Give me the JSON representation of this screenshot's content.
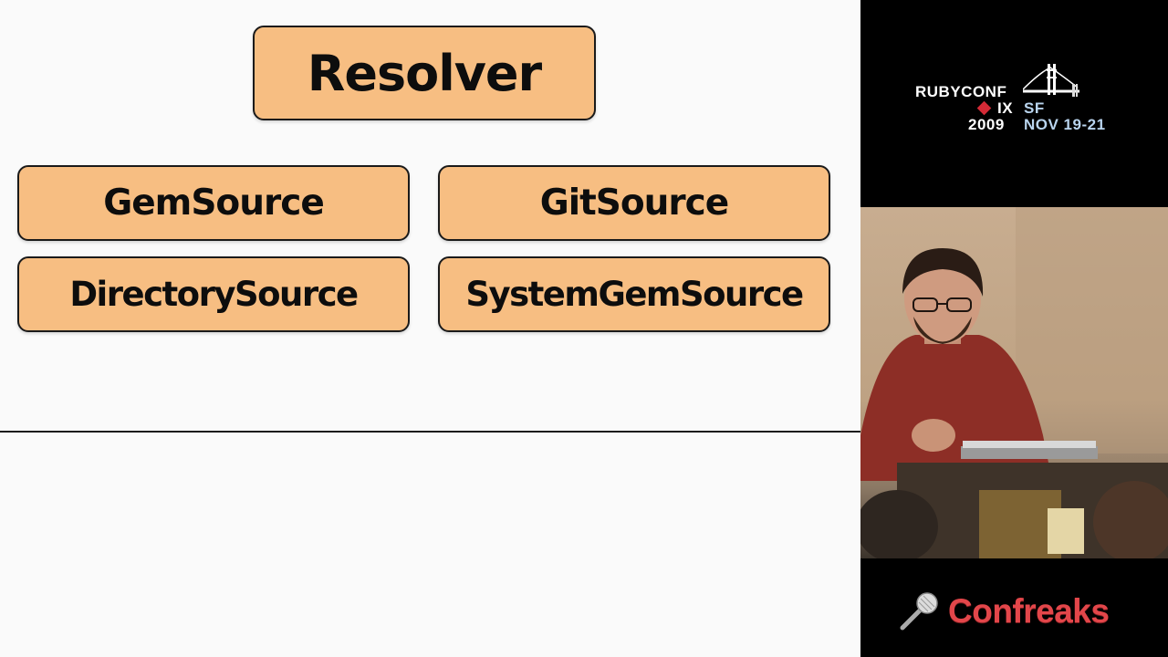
{
  "slide": {
    "resolver_label": "Resolver",
    "sources": [
      {
        "label": "GemSource"
      },
      {
        "label": "GitSource"
      },
      {
        "label": "DirectorySource"
      },
      {
        "label": "SystemGemSource"
      }
    ]
  },
  "conference": {
    "name": "RUBYCONF",
    "edition": "IX",
    "year": "2009",
    "city": "SF",
    "dates": "NOV 19-21"
  },
  "branding": {
    "name": "Confreaks",
    "icon": "microphone-icon"
  },
  "colors": {
    "box_fill": "#f7be82",
    "box_border": "#1a1a1a",
    "slide_bg": "#fafafa",
    "brand_red": "#e2464a",
    "logo_blue": "#b9d4ee"
  }
}
